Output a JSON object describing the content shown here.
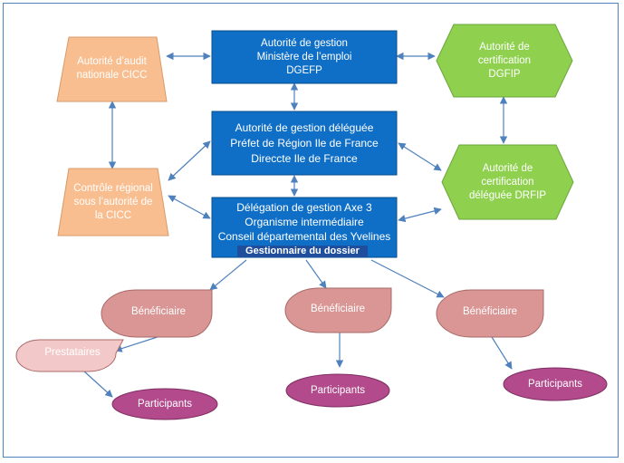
{
  "colors": {
    "blue_fill": "#0f6fc6",
    "blue_border": "#0a4d8c",
    "orange_fill": "#f9be8f",
    "green_fill": "#8fd14f",
    "rose_fill": "#d99694",
    "purple_fill": "#b24a8c",
    "connector": "#4f81bd"
  },
  "nodes": {
    "autorite_gestion": [
      "Autorité de gestion",
      "Ministère de l’emploi",
      "DGEFP"
    ],
    "autorite_deleguee": [
      "Autorité de gestion déléguée",
      "Préfet de Région Ile de France",
      "Direccte Ile de France"
    ],
    "delegation": [
      "Délégation de  gestion  Axe 3",
      "Organisme intermédiaire",
      "Conseil départemental des Yvelines"
    ],
    "gestionnaire": "Gestionnaire du dossier",
    "audit": [
      "Autorité d’audit",
      "nationale CICC"
    ],
    "controle": [
      "Contrôle régional",
      "sous l’autorité de",
      "la CICC"
    ],
    "certification": [
      "Autorité de",
      "certification",
      "DGFIP"
    ],
    "certification_deleguee": [
      "Autorité de",
      "certification",
      "déléguée DRFIP"
    ],
    "beneficiaire_1": "Bénéficiaire",
    "beneficiaire_2": "Bénéficiaire",
    "beneficiaire_3": "Bénéficiaire",
    "prestataires": "Prestataires",
    "participants_1": "Participants",
    "participants_2": "Participants",
    "participants_3": "Participants"
  }
}
